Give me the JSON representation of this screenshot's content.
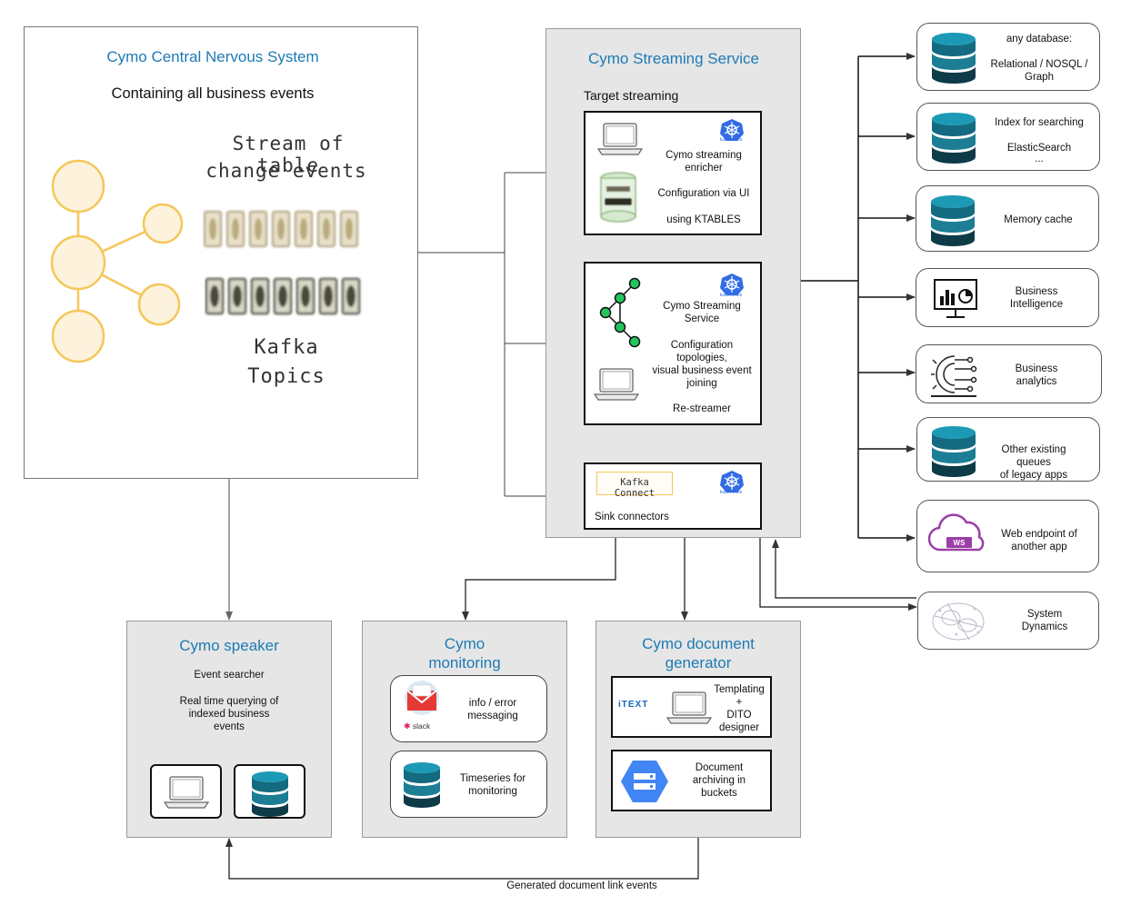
{
  "central": {
    "title": "Cymo Central Nervous System",
    "subtitle": "Containing all business events",
    "stream_label_1": "Stream of table",
    "stream_label_2": "change events",
    "kafka_label_1": "Kafka",
    "kafka_label_2": "Topics"
  },
  "streaming": {
    "title": "Cymo Streaming Service",
    "subtitle": "Target streaming",
    "enricher": {
      "line1": "Cymo streaming",
      "line2": "enricher",
      "line3": "Configuration via UI",
      "line4": "using KTABLES"
    },
    "service": {
      "line1": "Cymo Streaming",
      "line2": "Service",
      "line3": "Configuration",
      "line4": "topologies,",
      "line5": "visual business event",
      "line6": "joining",
      "line7": "Re-streamer"
    },
    "connect": {
      "logo": "Kafka Connect",
      "label": "Sink connectors"
    },
    "k8s_label": "kubernetes"
  },
  "targets": [
    {
      "line1": "any database:",
      "line2": "Relational / NOSQL /",
      "line3": "Graph"
    },
    {
      "line1": "Index for searching",
      "line2": "ElasticSearch",
      "line3": "..."
    },
    {
      "line1": "Memory cache"
    },
    {
      "line1": "Business",
      "line2": "Intelligence"
    },
    {
      "line1": "Business",
      "line2": "analytics"
    },
    {
      "line1": "Other existing",
      "line2": "queues",
      "line3": "of legacy apps"
    },
    {
      "line1": "Web endpoint of",
      "line2": "another app",
      "badge": "WS"
    },
    {
      "line1": "System",
      "line2": "Dynamics"
    }
  ],
  "speaker": {
    "title": "Cymo speaker",
    "line1": "Event searcher",
    "line2": "Real time querying of",
    "line3": "indexed business",
    "line4": "events"
  },
  "monitoring": {
    "title_1": "Cymo",
    "title_2": "monitoring",
    "msg_line1": "info / error",
    "msg_line2": "messaging",
    "slack": "slack",
    "ts_line1": "Timeseries for",
    "ts_line2": "monitoring"
  },
  "docgen": {
    "title_1": "Cymo document",
    "title_2": "generator",
    "tpl_line1": "Templating",
    "tpl_line2": "+",
    "tpl_line3": "DITO",
    "tpl_line4": "designer",
    "itext": "iTEXT",
    "arch_line1": "Document",
    "arch_line2": "archiving in",
    "arch_line3": "buckets"
  },
  "bottom_label": "Generated document link events",
  "colors": {
    "title_blue": "#1d7ab5",
    "panel_gray": "#e6e6e6",
    "db_teal": "#1c7d95",
    "db_dark": "#0d3b48",
    "node_green": "#22c55e",
    "sketch_yellow": "#f5c65a",
    "ws_purple": "#9b3fa8",
    "k8s_blue": "#326ce5",
    "gcp_blue": "#4285f4"
  }
}
